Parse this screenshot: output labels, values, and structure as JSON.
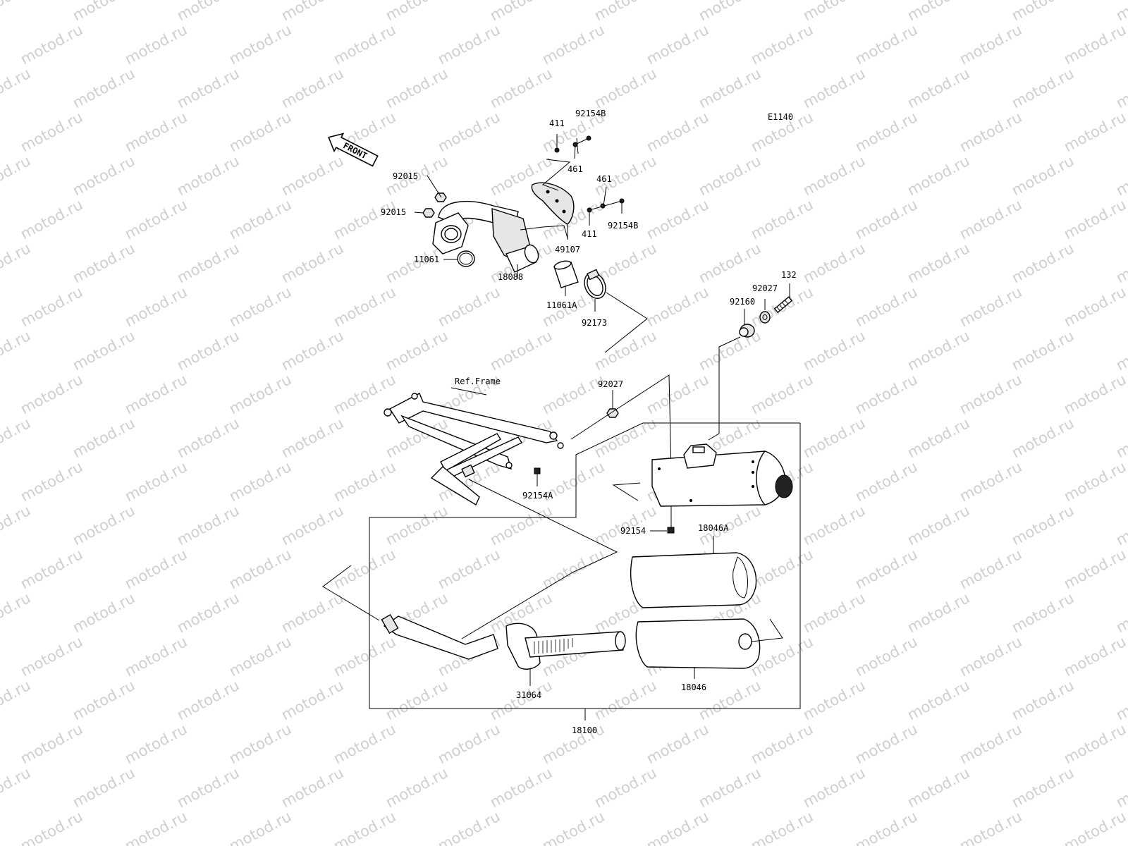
{
  "watermark": "motod.ru",
  "diagram_code": "E1140",
  "front_arrow": "FRONT",
  "ref_frame": "Ref.Frame",
  "parts": {
    "p411_top": "411",
    "p92154B_top": "92154B",
    "p461_top": "461",
    "p461_right": "461",
    "p92015_a": "92015",
    "p92015_b": "92015",
    "p411_bottom": "411",
    "p92154B_right": "92154B",
    "p49107": "49107",
    "p11061": "11061",
    "p18088": "18088",
    "p11061A": "11061A",
    "p92173": "92173",
    "p132": "132",
    "p92027_top": "92027",
    "p92160": "92160",
    "p92027_mid": "92027",
    "p92154A": "92154A",
    "p92154": "92154",
    "p18046A": "18046A",
    "p18046": "18046",
    "p31064": "31064",
    "p18100": "18100"
  }
}
